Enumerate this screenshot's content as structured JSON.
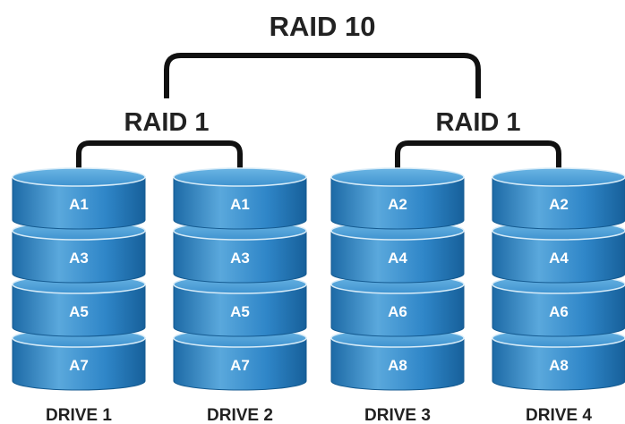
{
  "top_label": "RAID 10",
  "groups": [
    {
      "label": "RAID 1"
    },
    {
      "label": "RAID 1"
    }
  ],
  "drives": [
    {
      "label": "DRIVE 1",
      "blocks": [
        "A1",
        "A3",
        "A5",
        "A7"
      ]
    },
    {
      "label": "DRIVE 2",
      "blocks": [
        "A1",
        "A3",
        "A5",
        "A7"
      ]
    },
    {
      "label": "DRIVE 3",
      "blocks": [
        "A2",
        "A4",
        "A6",
        "A8"
      ]
    },
    {
      "label": "DRIVE 4",
      "blocks": [
        "A2",
        "A4",
        "A6",
        "A8"
      ]
    }
  ],
  "colors": {
    "disk_light": "#5aa8dc",
    "disk_mid": "#2f86c8",
    "disk_dark": "#17609a",
    "disk_top": "#4e9fd8",
    "text_dark": "#222222",
    "connector": "#111111"
  }
}
